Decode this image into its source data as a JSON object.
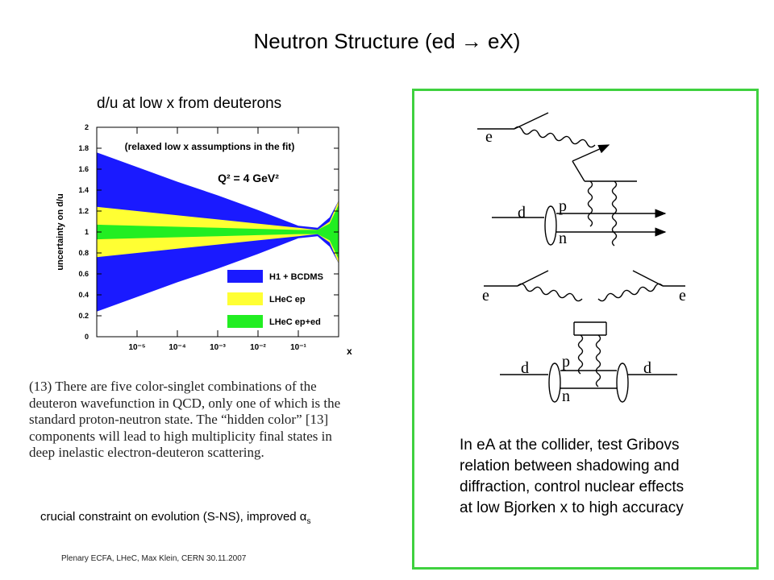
{
  "slide": {
    "title": "Neutron Structure (ed → eX)",
    "footer": "Plenary ECFA, LHeC, Max Klein, CERN 30.11.2007",
    "constraint_text": "crucial constraint on evolution (S-NS), improved α",
    "constraint_sub": "s",
    "footnote": "(13) There are five color-singlet combinations of the\ndeuteron wavefunction in QCD, only one of which is the\nstandard proton-neutron state.  The “hidden color” [13]\ncomponents will lead to high multiplicity final states in\ndeep inelastic electron-deuteron scattering.",
    "box_text": "In eA at the collider, test Gribovs\nrelation between shadowing and\ndiffraction, control nuclear effects\nat low Bjorken x to high accuracy",
    "border_color": "#3fd13f"
  },
  "diagrams": {
    "top": {
      "electron": "e",
      "deuteron": "d",
      "proton": "p",
      "neutron": "n"
    },
    "bottom": {
      "electron_in": "e",
      "electron_out": "e",
      "deuteron_in": "d",
      "deuteron_out": "d",
      "proton": "p",
      "neutron": "n"
    }
  },
  "chart_data": {
    "type": "area",
    "title": "d/u at low x from deuterons",
    "annotation": "(relaxed low x assumptions in the fit)",
    "q2_label": "Q² = 4 GeV²",
    "xlabel": "x",
    "ylabel": "uncertainty on d/u",
    "xscale": "log",
    "xlim": [
      1e-06,
      1
    ],
    "ylim": [
      0,
      2
    ],
    "xticks": [
      "10⁻⁵",
      "10⁻⁴",
      "10⁻³",
      "10⁻²",
      "10⁻¹"
    ],
    "xtick_values": [
      1e-05,
      0.0001,
      0.001,
      0.01,
      0.1
    ],
    "yticks": [
      0,
      0.2,
      0.4,
      0.6,
      0.8,
      1,
      1.2,
      1.4,
      1.6,
      1.8,
      2
    ],
    "series": [
      {
        "name": "H1 + BCDMS",
        "color": "#1a1aff",
        "x": [
          1e-06,
          1e-05,
          0.0001,
          0.001,
          0.01,
          0.1,
          0.3,
          0.6,
          1
        ],
        "upper": [
          1.76,
          1.62,
          1.48,
          1.35,
          1.21,
          1.06,
          1.04,
          1.14,
          1.3
        ],
        "lower": [
          0.24,
          0.38,
          0.52,
          0.65,
          0.79,
          0.94,
          0.96,
          0.86,
          0.7
        ]
      },
      {
        "name": "LHeC ep",
        "color": "#ffff33",
        "x": [
          1e-06,
          1e-05,
          0.0001,
          0.001,
          0.01,
          0.1,
          0.3,
          0.6,
          1
        ],
        "upper": [
          1.24,
          1.2,
          1.16,
          1.12,
          1.08,
          1.04,
          1.02,
          1.1,
          1.3
        ],
        "lower": [
          0.76,
          0.8,
          0.84,
          0.88,
          0.92,
          0.96,
          0.98,
          0.9,
          0.7
        ]
      },
      {
        "name": "LHeC ep+ed",
        "color": "#22ee22",
        "x": [
          1e-06,
          1e-05,
          0.0001,
          0.001,
          0.01,
          0.1,
          0.3,
          0.6,
          1
        ],
        "upper": [
          1.07,
          1.06,
          1.05,
          1.04,
          1.03,
          1.02,
          1.02,
          1.08,
          1.26
        ],
        "lower": [
          0.93,
          0.94,
          0.95,
          0.96,
          0.97,
          0.98,
          0.98,
          0.92,
          0.74
        ]
      }
    ]
  }
}
